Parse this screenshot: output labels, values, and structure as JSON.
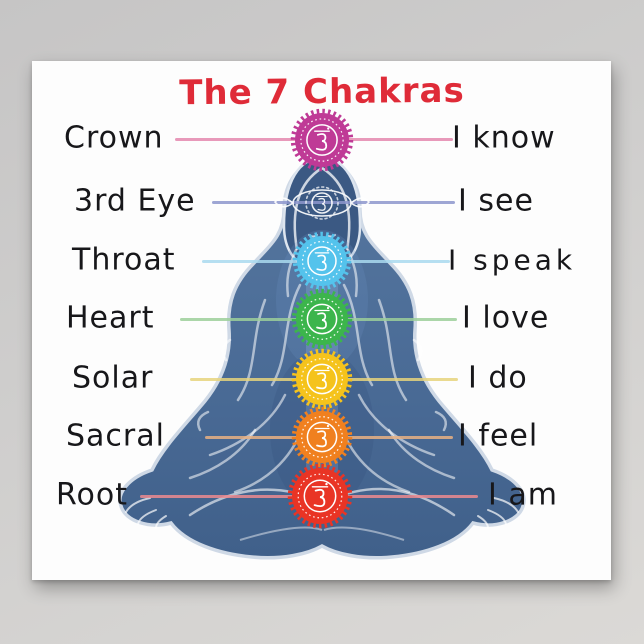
{
  "poster": {
    "title": "The 7 Chakras",
    "title_color": "#df2b38",
    "background_color": "#fdfdfd",
    "backdrop_color": "#cfcecd",
    "text_color": "#17171a",
    "chakras": [
      {
        "name": "Crown",
        "affirmation": "I know",
        "symbol": "om-lotus-icon",
        "color": "#bf3a96",
        "line_color": "#e487ae"
      },
      {
        "name": "3rd Eye",
        "affirmation": "I see",
        "symbol": "third-eye-om-icon",
        "color": "#7a85c4",
        "line_color": "#8d96cd"
      },
      {
        "name": "Throat",
        "affirmation": "I speak",
        "symbol": "throat-lotus-icon",
        "color": "#54c3ec",
        "line_color": "#a9d9ef"
      },
      {
        "name": "Heart",
        "affirmation": "I love",
        "symbol": "heart-lotus-icon",
        "color": "#3cb54c",
        "line_color": "#9ccf9a"
      },
      {
        "name": "Solar",
        "affirmation": "I do",
        "symbol": "solar-lotus-icon",
        "color": "#f5c31c",
        "line_color": "#e6d37d"
      },
      {
        "name": "Sacral",
        "affirmation": "I feel",
        "symbol": "sacral-lotus-icon",
        "color": "#f0801f",
        "line_color": "#e9b183"
      },
      {
        "name": "Root",
        "affirmation": "I am",
        "symbol": "root-lotus-icon",
        "color": "#e93425",
        "line_color": "#ec8a8f"
      }
    ],
    "figure": {
      "description": "meditating-woman-lotus-pose",
      "body_color_top": "#56779f",
      "body_color_bottom": "#40608a",
      "outline_color": "#cfd9e6",
      "detail_color": "#ffffff"
    }
  }
}
